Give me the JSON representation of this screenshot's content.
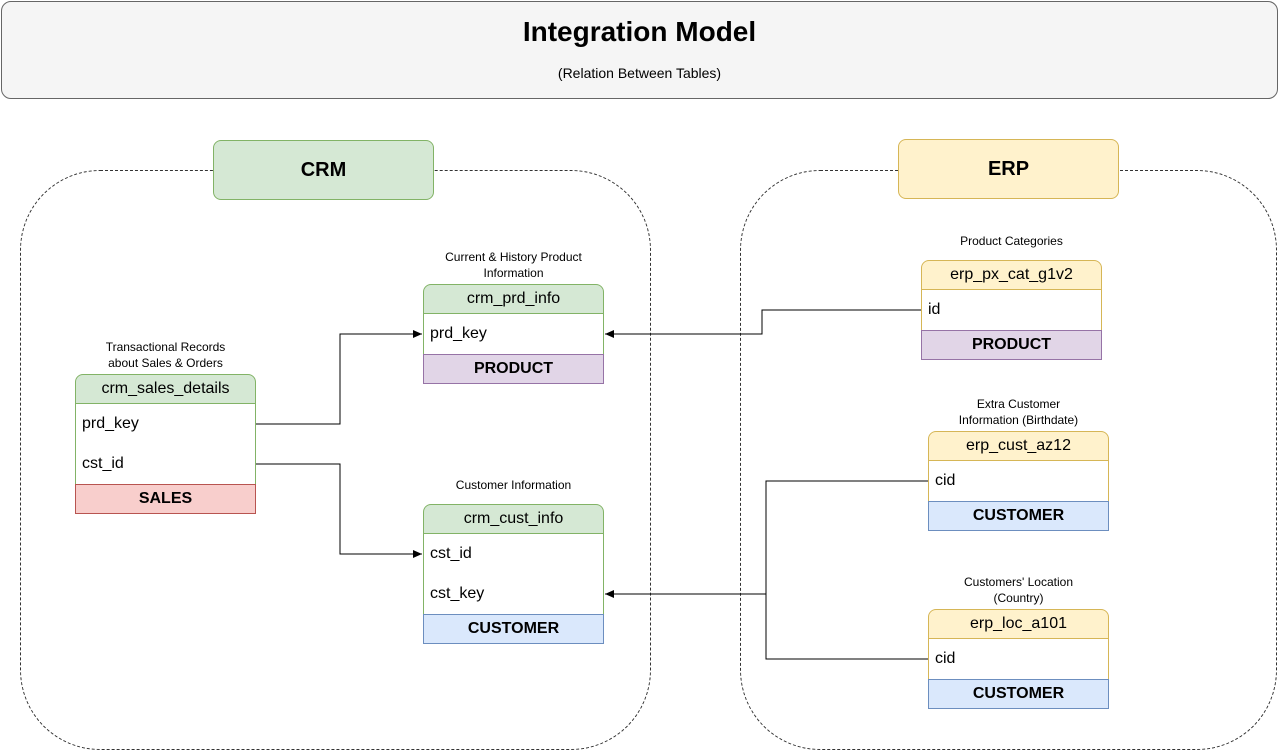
{
  "header": {
    "title": "Integration Model",
    "subtitle": "(Relation Between Tables)"
  },
  "groups": {
    "crm": {
      "label": "CRM"
    },
    "erp": {
      "label": "ERP"
    }
  },
  "tables": {
    "crm_sales_details": {
      "caption": "Transactional Records about Sales & Orders",
      "caption_line1": "Transactional Records",
      "caption_line2": "about Sales & Orders",
      "name": "crm_sales_details",
      "fields": [
        "prd_key",
        "cst_id"
      ],
      "category": "SALES"
    },
    "crm_prd_info": {
      "caption_line1": "Current & History Product",
      "caption_line2": "Information",
      "name": "crm_prd_info",
      "fields": [
        "prd_key"
      ],
      "category": "PRODUCT"
    },
    "crm_cust_info": {
      "caption_line1": "Customer Information",
      "name": "crm_cust_info",
      "fields": [
        "cst_id",
        "cst_key"
      ],
      "category": "CUSTOMER"
    },
    "erp_px_cat_g1v2": {
      "caption_line1": "Product Categories",
      "name": "erp_px_cat_g1v2",
      "fields": [
        "id"
      ],
      "category": "PRODUCT"
    },
    "erp_cust_az12": {
      "caption_line1": "Extra Customer",
      "caption_line2": "Information (Birthdate)",
      "name": "erp_cust_az12",
      "fields": [
        "cid"
      ],
      "category": "CUSTOMER"
    },
    "erp_loc_a101": {
      "caption_line1": "Customers' Location",
      "caption_line2": "(Country)",
      "name": "erp_loc_a101",
      "fields": [
        "cid"
      ],
      "category": "CUSTOMER"
    }
  },
  "colors": {
    "crm_green": "#d5e8d4",
    "erp_yellow": "#fff2cc",
    "product_purple": "#e1d5e7",
    "sales_red": "#f8cecc",
    "customer_blue": "#dae8fc"
  }
}
